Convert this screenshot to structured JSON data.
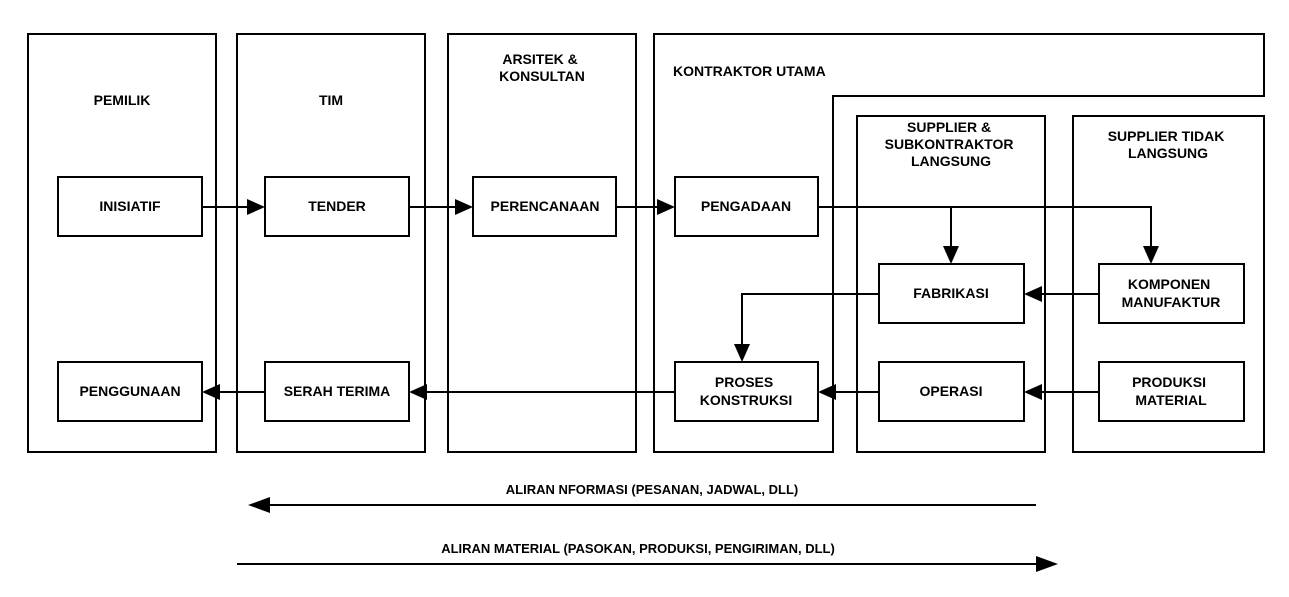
{
  "lanes": {
    "pemilik": [
      "PEMILIK"
    ],
    "tim": [
      "TIM"
    ],
    "arsitek": [
      "ARSITEK &",
      "KONSULTAN"
    ],
    "kontraktor": [
      "KONTRAKTOR UTAMA"
    ],
    "supplier_langsung": [
      "SUPPLIER &",
      "SUBKONTRAKTOR",
      "LANGSUNG"
    ],
    "supplier_tidak": [
      "SUPPLIER TIDAK",
      "LANGSUNG"
    ]
  },
  "nodes": {
    "inisiatif": [
      "INISIATIF"
    ],
    "tender": [
      "TENDER"
    ],
    "perencanaan": [
      "PERENCANAAN"
    ],
    "pengadaan": [
      "PENGADAAN"
    ],
    "fabrikasi": [
      "FABRIKASI"
    ],
    "komponen": [
      "KOMPONEN",
      "MANUFAKTUR"
    ],
    "penggunaan": [
      "PENGGUNAAN"
    ],
    "serah_terima": [
      "SERAH TERIMA"
    ],
    "proses_konstruksi": [
      "PROSES",
      "KONSTRUKSI"
    ],
    "operasi": [
      "OPERASI"
    ],
    "produksi_material": [
      "PRODUKSI",
      "MATERIAL"
    ]
  },
  "flows": {
    "informasi": "ALIRAN NFORMASI (PESANAN, JADWAL, DLL)",
    "material": "ALIRAN MATERIAL (PASOKAN, PRODUKSI, PENGIRIMAN, DLL)"
  }
}
